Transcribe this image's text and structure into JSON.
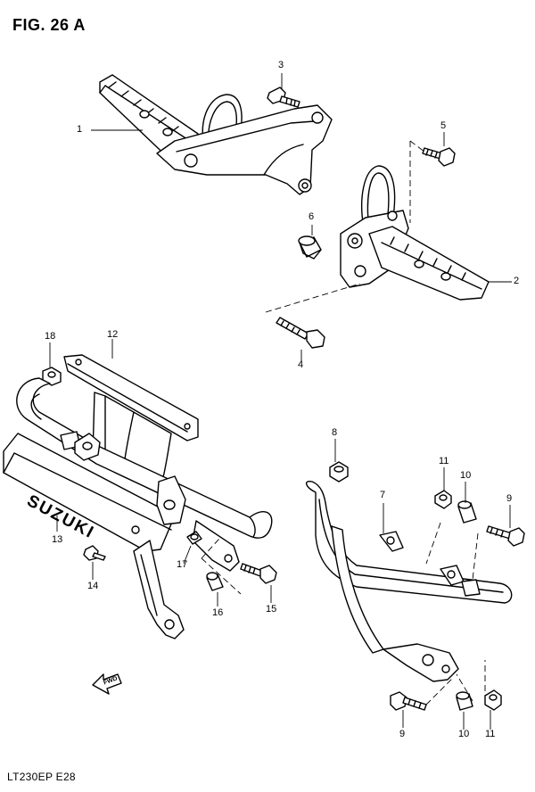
{
  "title": "FIG. 26 A",
  "footer": "LT230EP  E28",
  "brand_text": "SUZUKI",
  "fwd_text": "FWD",
  "callouts": {
    "c1": "1",
    "c2": "2",
    "c3": "3",
    "c4": "4",
    "c5": "5",
    "c6": "6",
    "c7": "7",
    "c8": "8",
    "c9a": "9",
    "c9b": "9",
    "c10a": "10",
    "c10b": "10",
    "c11a": "11",
    "c11b": "11",
    "c12": "12",
    "c13": "13",
    "c14": "14",
    "c15": "15",
    "c16": "16",
    "c17": "17",
    "c18": "18"
  }
}
